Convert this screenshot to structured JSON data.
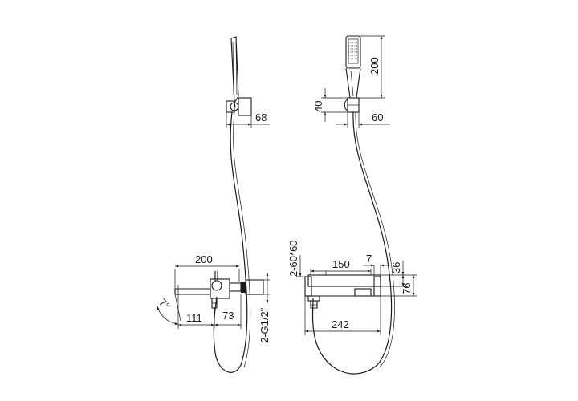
{
  "drawing": {
    "left_view_labels": {
      "holder_width": "68",
      "spout_length": "200",
      "tilt_angle": "7°",
      "wall_to_axis": "111",
      "axis_to_outlet": "73",
      "connection_thread": "2-G1/2\""
    },
    "right_view_labels": {
      "handshower_length": "200",
      "holder_height": "40",
      "holder_depth": "60",
      "eccentric_connections": "2-60*60",
      "centers_distance": "150",
      "mixer_offset": "7",
      "mixer_height_small": "36",
      "mixer_height": "76",
      "mixer_width": "242"
    }
  }
}
